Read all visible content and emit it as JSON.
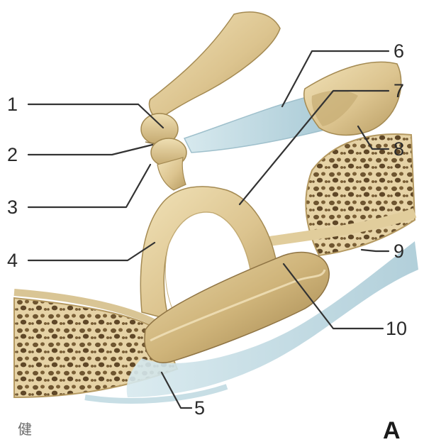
{
  "figure": {
    "panel_label": "A",
    "corner_mark": "健"
  },
  "labels": [
    {
      "id": "1",
      "text": "1"
    },
    {
      "id": "2",
      "text": "2"
    },
    {
      "id": "3",
      "text": "3"
    },
    {
      "id": "4",
      "text": "4"
    },
    {
      "id": "5",
      "text": "5"
    },
    {
      "id": "6",
      "text": "6"
    },
    {
      "id": "7",
      "text": "7"
    },
    {
      "id": "8",
      "text": "8"
    },
    {
      "id": "9",
      "text": "9"
    },
    {
      "id": "10",
      "text": "10"
    }
  ],
  "colors": {
    "bone": "#e3cf9e",
    "bone_shadow": "#b59a62",
    "cartilage": "#b9d6df",
    "marrow": "#6e5530",
    "leader": "#333333"
  }
}
